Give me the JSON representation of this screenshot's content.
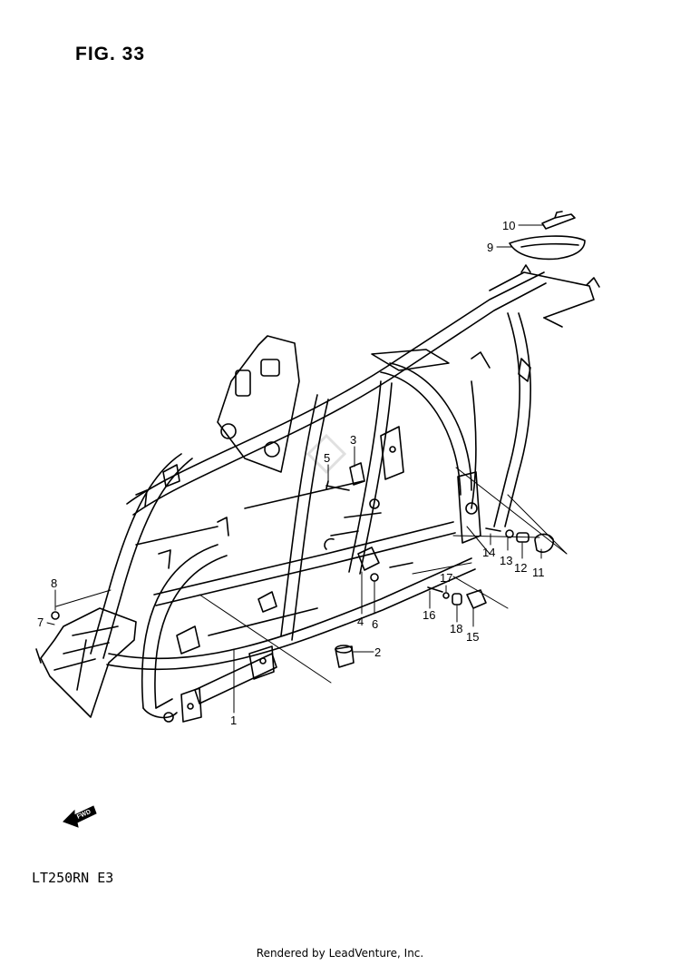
{
  "figure": {
    "title": "FIG. 33"
  },
  "model_code": "LT250RN  E3",
  "footer": "Rendered by LeadVenture, Inc.",
  "fwd_label": "FWD",
  "callouts": [
    {
      "id": "1",
      "label": "1"
    },
    {
      "id": "2",
      "label": "2"
    },
    {
      "id": "3",
      "label": "3"
    },
    {
      "id": "4",
      "label": "4"
    },
    {
      "id": "5",
      "label": "5"
    },
    {
      "id": "6",
      "label": "6"
    },
    {
      "id": "7",
      "label": "7"
    },
    {
      "id": "8",
      "label": "8"
    },
    {
      "id": "9",
      "label": "9"
    },
    {
      "id": "10",
      "label": "10"
    },
    {
      "id": "11",
      "label": "11"
    },
    {
      "id": "12",
      "label": "12"
    },
    {
      "id": "13",
      "label": "13"
    },
    {
      "id": "14",
      "label": "14"
    },
    {
      "id": "15",
      "label": "15"
    },
    {
      "id": "16",
      "label": "16"
    },
    {
      "id": "17",
      "label": "17"
    },
    {
      "id": "18",
      "label": "18"
    }
  ]
}
